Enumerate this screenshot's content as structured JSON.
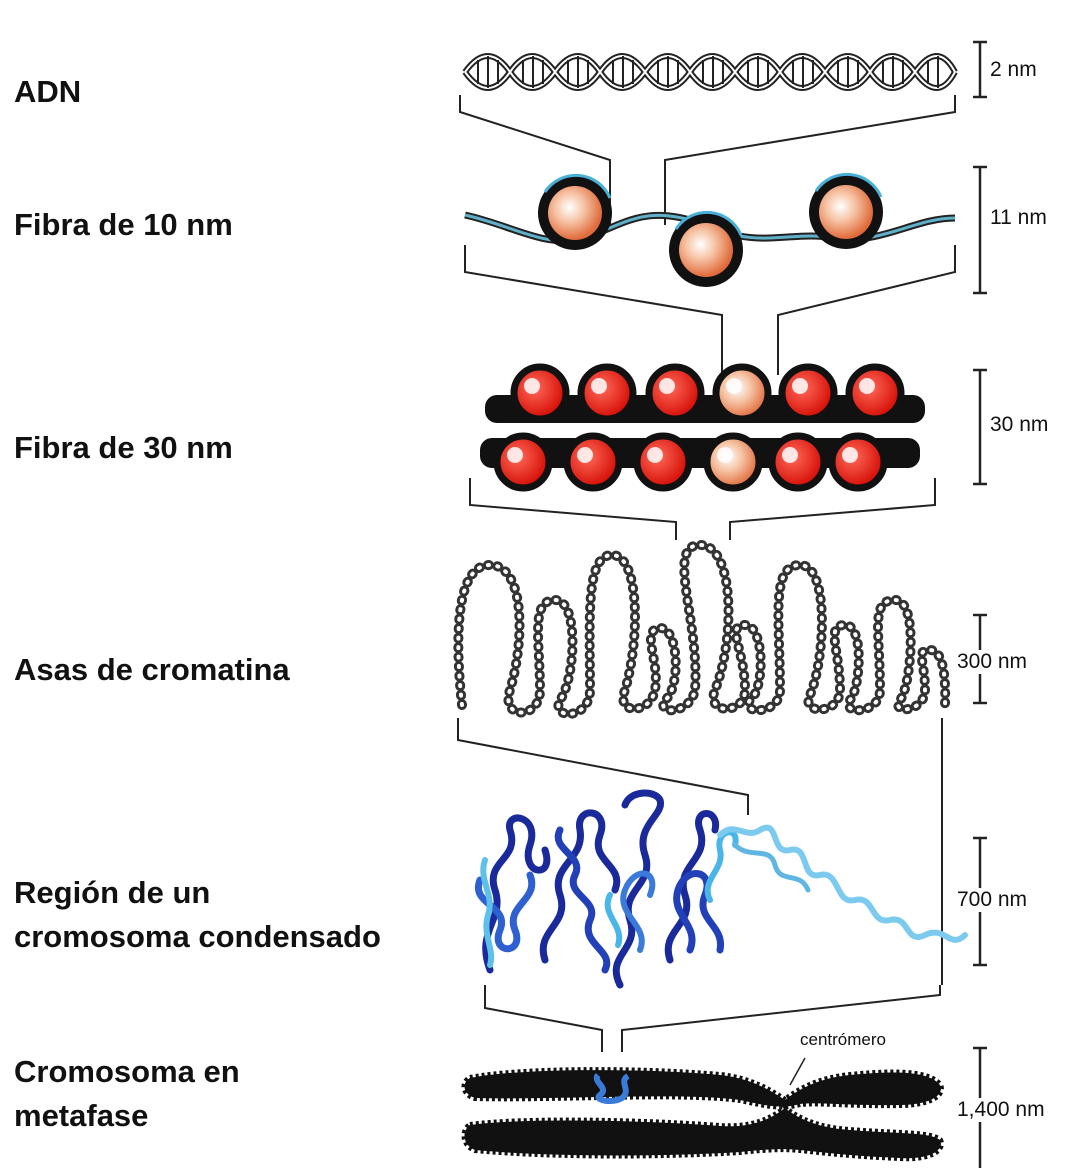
{
  "levels": [
    {
      "label": "ADN",
      "scale": "2 nm"
    },
    {
      "label": "Fibra de 10 nm",
      "scale": "11 nm"
    },
    {
      "label": "Fibra de 30 nm",
      "scale": "30 nm"
    },
    {
      "label": "Asas de cromatina",
      "scale": "300 nm"
    },
    {
      "label_line1": "Región de un",
      "label_line2": "cromosoma condensado",
      "scale": "700 nm"
    },
    {
      "label_line1": "Cromosoma en",
      "label_line2": "metafase",
      "scale": "1,400 nm"
    }
  ],
  "annotations": {
    "centromere": "centrómero"
  },
  "colors": {
    "nucleosome_red": "#e8150c",
    "nucleosome_peach": "#f3a47e",
    "dark_blue": "#1a2a9a",
    "light_blue": "#6fc8e8"
  }
}
